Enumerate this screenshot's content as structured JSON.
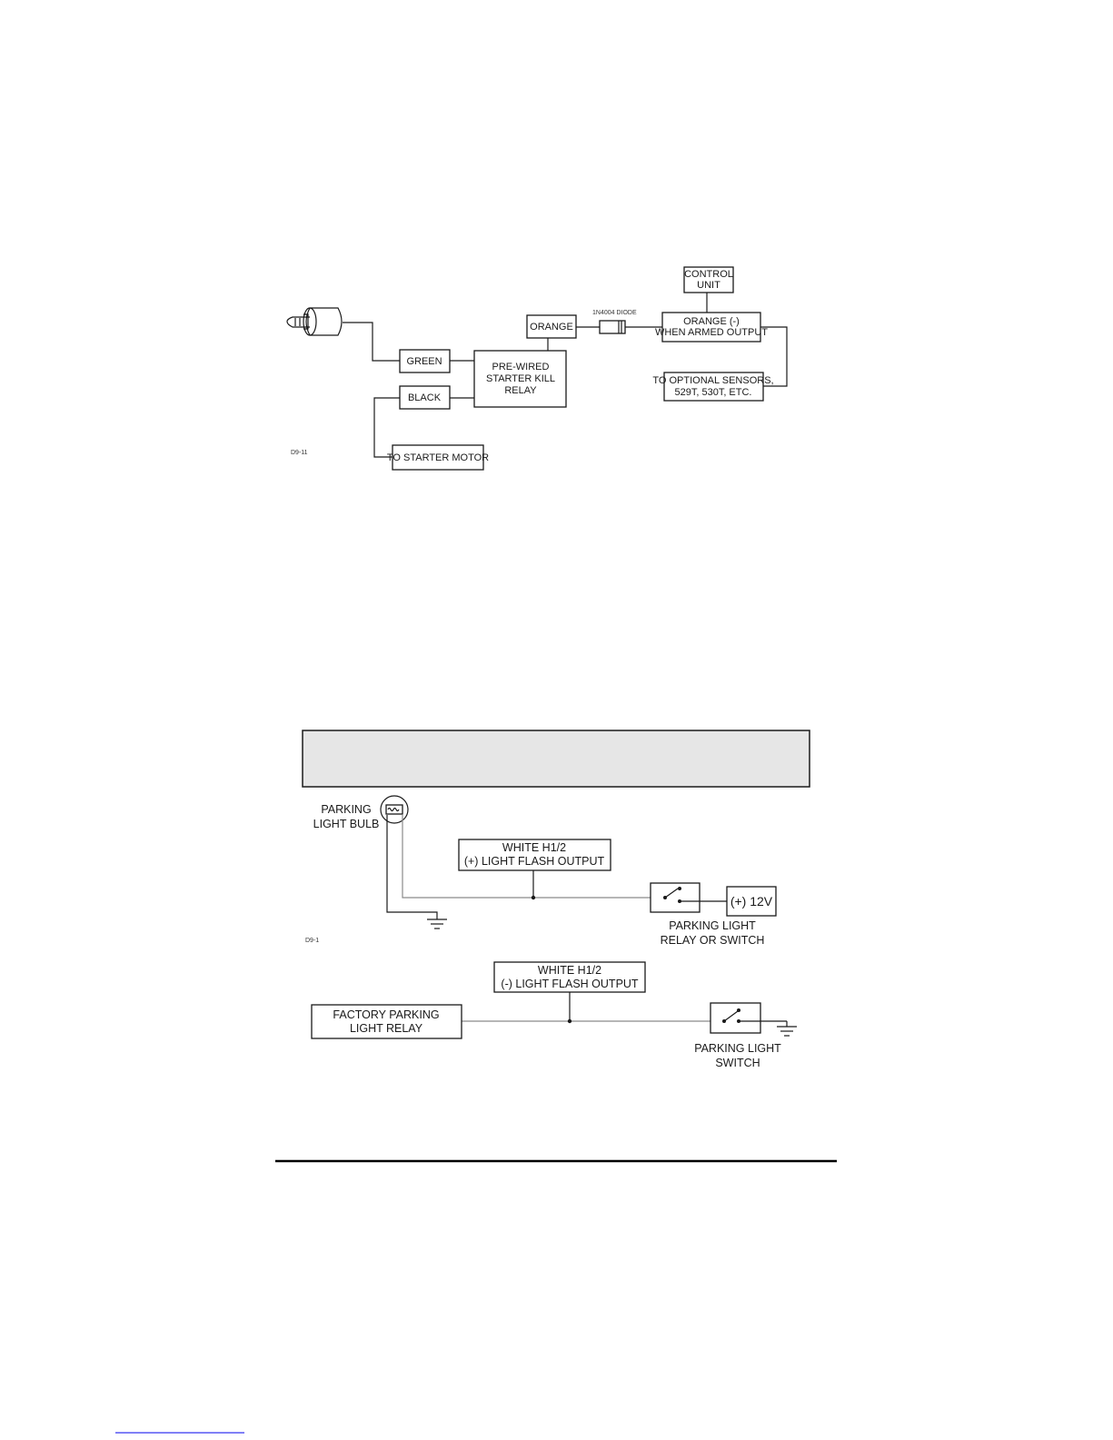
{
  "diagram1": {
    "boxes": {
      "control_unit": [
        "CONTROL",
        "UNIT"
      ],
      "orange": "ORANGE",
      "diode_label": "1N4004 DIODE",
      "orange_output": [
        "ORANGE (-)",
        "WHEN ARMED OUTPUT"
      ],
      "green": "GREEN",
      "black": "BLACK",
      "relay": [
        "PRE-WIRED",
        "STARTER KILL",
        "RELAY"
      ],
      "sensors": [
        "TO OPTIONAL SENSORS,",
        "529T, 530T, ETC."
      ],
      "starter_motor": "TO STARTER MOTOR"
    },
    "fig_code": "D9-11",
    "icons": [
      "ignition-key-icon",
      "diode-icon"
    ]
  },
  "diagram2": {
    "bulb_label": [
      "PARKING",
      "LIGHT BULB"
    ],
    "white_output": [
      "WHITE H1/2",
      "(+) LIGHT FLASH OUTPUT"
    ],
    "power": "(+) 12V",
    "relay_switch_label": [
      "PARKING LIGHT",
      "RELAY OR SWITCH"
    ],
    "fig_code": "D9-1",
    "icons": [
      "light-bulb-icon",
      "ground-icon",
      "switch-icon"
    ]
  },
  "diagram3": {
    "white_output": [
      "WHITE H1/2",
      "(-) LIGHT FLASH OUTPUT"
    ],
    "factory_relay": [
      "FACTORY PARKING",
      "LIGHT RELAY"
    ],
    "switch_label": [
      "PARKING LIGHT",
      "SWITCH"
    ],
    "icons": [
      "switch-icon",
      "ground-icon"
    ]
  },
  "colors": {
    "banner_fill": "#e6e6e6",
    "line": "#1a1a1a",
    "light_wire": "#8a8a8a",
    "link": "#0000ee"
  }
}
